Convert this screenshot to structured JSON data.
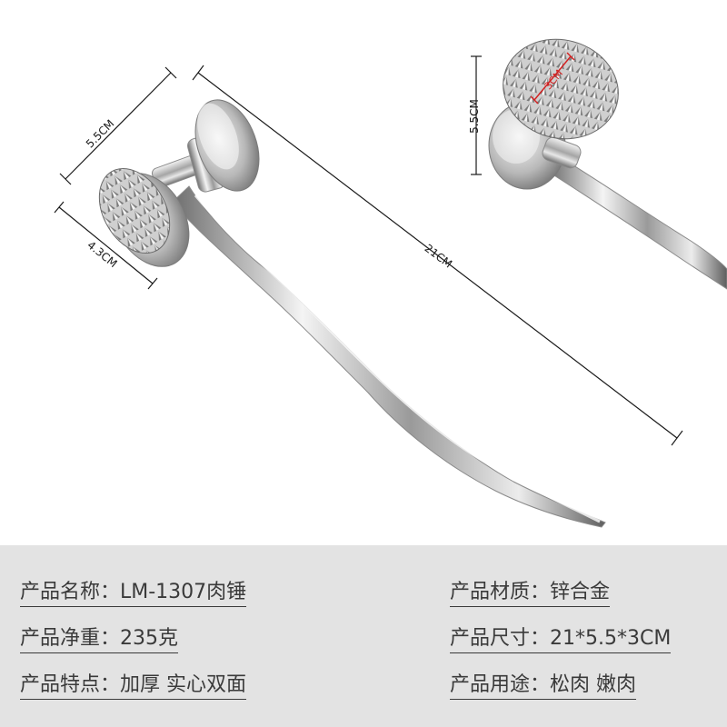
{
  "dimensions": {
    "head_diameter": "5.5CM",
    "spike_face": "4.3CM",
    "length": "21CM",
    "detail_height": "5.5CM",
    "detail_inner": "3CM"
  },
  "specs": {
    "name": "产品名称：LM-1307肉锤",
    "material": "产品材质：锌合金",
    "weight": "产品净重：235克",
    "size": "产品尺寸：21*5.5*3CM",
    "features": "产品特点：加厚 实心双面",
    "usage": "产品用途：松肉 嫩肉"
  },
  "colors": {
    "panel_bg": "#e3e3e3",
    "text": "#3a3a3a",
    "accent_red": "#d42020"
  }
}
